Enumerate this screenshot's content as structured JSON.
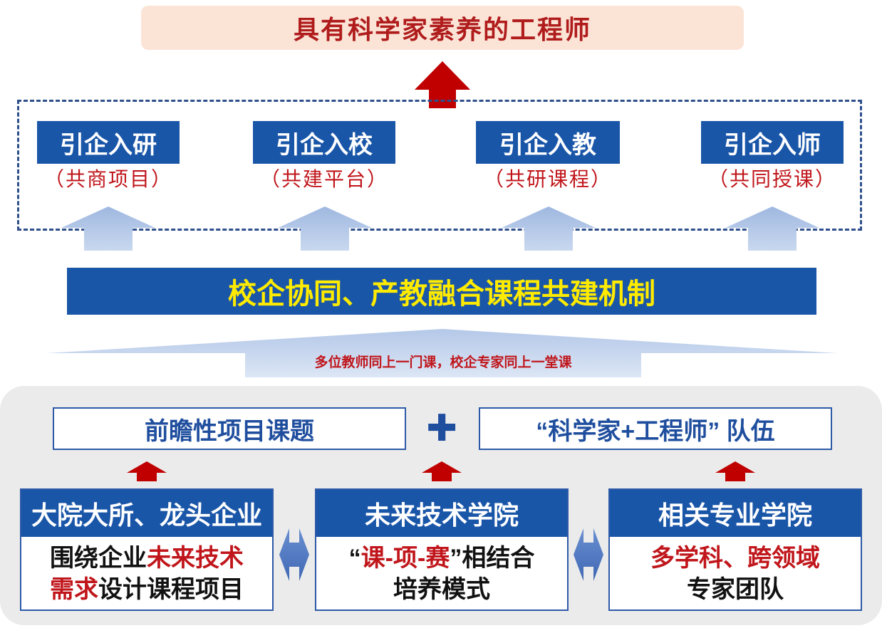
{
  "goal": "具有科学家素养的工程师",
  "modes": [
    {
      "title": "引企入研",
      "subtitle": "（共商项目）"
    },
    {
      "title": "引企入校",
      "subtitle": "（共建平台）"
    },
    {
      "title": "引企入教",
      "subtitle": "（共研课程）"
    },
    {
      "title": "引企入师",
      "subtitle": "（共同授课）"
    }
  ],
  "mechanism": "校企协同、产教融合课程共建机制",
  "teaching_note": "多位教师同上一门课，校企专家同上一堂课",
  "pillars": {
    "left": "前瞻性项目课题",
    "plus": "✚",
    "right": "“科学家+工程师” 队伍"
  },
  "institutions": [
    {
      "title": "大院大所、龙头企业",
      "line1": [
        {
          "text": "围绕企业",
          "emph": false
        },
        {
          "text": "未来技术",
          "emph": true
        }
      ],
      "line2": [
        {
          "text": "需求",
          "emph": true
        },
        {
          "text": "设计课程项目",
          "emph": false
        }
      ]
    },
    {
      "title": "未来技术学院",
      "line1": [
        {
          "text": "“",
          "emph": false
        },
        {
          "text": "课-项-赛",
          "emph": true
        },
        {
          "text": "”相结合",
          "emph": false
        }
      ],
      "line2": [
        {
          "text": "培养模式",
          "emph": false
        }
      ]
    },
    {
      "title": "相关专业学院",
      "line1": [
        {
          "text": "多学科、跨领域",
          "emph": true
        }
      ],
      "line2": [
        {
          "text": "专家团队",
          "emph": false
        }
      ]
    }
  ],
  "colors": {
    "primary_blue": "#1a56a8",
    "emphasis_red": "#c0161b",
    "mechanism_yellow": "#ffeb00",
    "goal_background": "#fbe4d6"
  }
}
